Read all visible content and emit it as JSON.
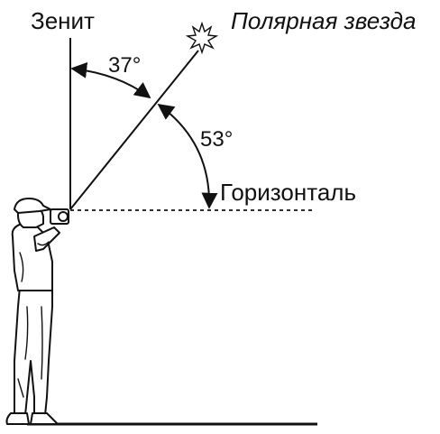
{
  "labels": {
    "zenith": "Зенит",
    "polaris": "Полярная звезда",
    "horizontal": "Горизонталь"
  },
  "angles": {
    "zenith_angle": "37°",
    "altitude_angle": "53°"
  },
  "colors": {
    "ink": "#111111",
    "paper": "#ffffff"
  },
  "icons": {
    "star": "star-icon",
    "observer": "observer-figure"
  }
}
